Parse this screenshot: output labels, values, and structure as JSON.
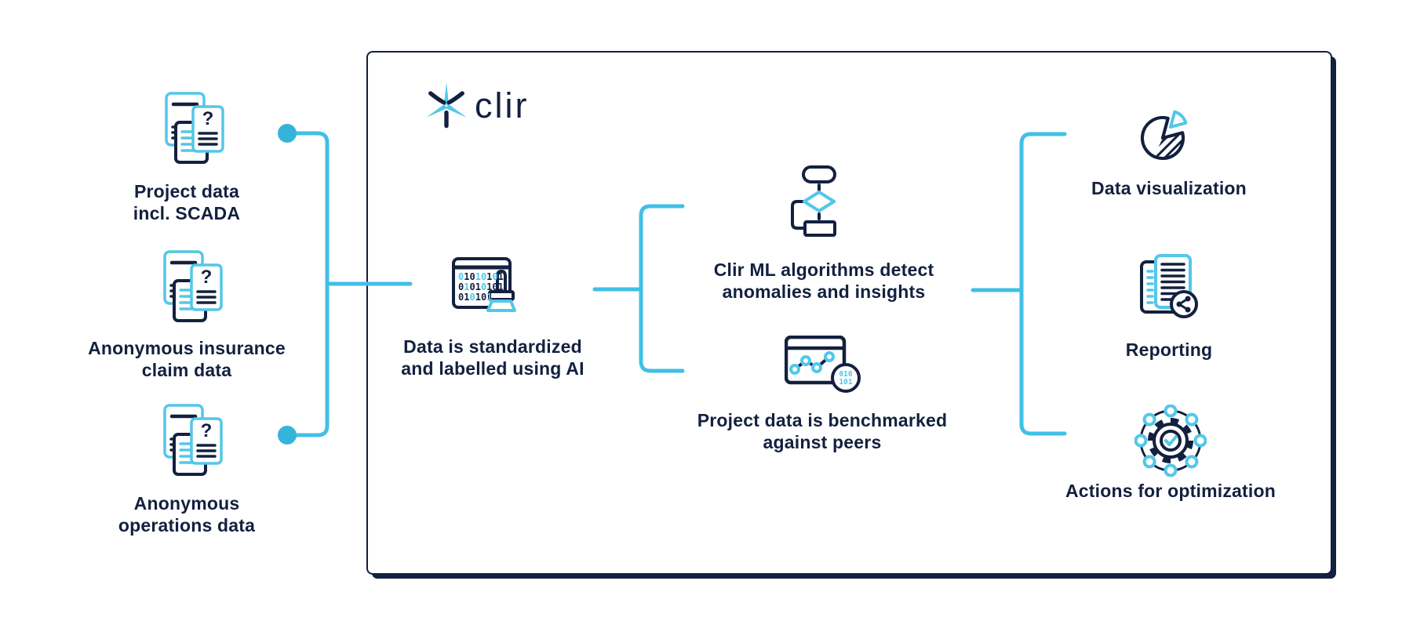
{
  "colors": {
    "navy": "#13203f",
    "line_cyan": "#41bfe6",
    "icon_cyan": "#53c7e9",
    "dot_cyan": "#35b4db",
    "background": "#ffffff"
  },
  "logo": {
    "text": "clir",
    "mark": "wind-turbine-star"
  },
  "icons": {
    "question_mark": "?",
    "input": "stacked-documents-icon",
    "standardize": "binary-window-brush-icon",
    "ml": "flowchart-icon",
    "benchmark": "browser-line-chart-icon",
    "visualization": "pie-chart-icon",
    "reporting": "report-share-icon",
    "actions": "gear-network-icon"
  },
  "inputs": [
    {
      "line1": "Project data",
      "line2": "incl. SCADA"
    },
    {
      "line1": "Anonymous insurance",
      "line2": "claim data"
    },
    {
      "line1": "Anonymous",
      "line2": "operations data"
    }
  ],
  "pipeline": {
    "standardize": {
      "line1": "Data is standardized",
      "line2": "and labelled using AI",
      "binary_rows": [
        [
          [
            "0",
            "c"
          ],
          [
            "1",
            "n"
          ],
          [
            "0",
            "n"
          ],
          [
            "1",
            "c"
          ],
          [
            "0",
            "c"
          ],
          [
            "1",
            "n"
          ],
          [
            "0",
            "c"
          ],
          [
            "1",
            "n"
          ]
        ],
        [
          [
            "0",
            "n"
          ],
          [
            "1",
            "c"
          ],
          [
            "0",
            "n"
          ],
          [
            "1",
            "n"
          ],
          [
            "0",
            "c"
          ],
          [
            "1",
            "n"
          ],
          [
            "0",
            "n"
          ],
          [
            "1",
            "n"
          ]
        ],
        [
          [
            "0",
            "n"
          ],
          [
            "1",
            "n"
          ],
          [
            "0",
            "c"
          ],
          [
            "1",
            "n"
          ],
          [
            "0",
            "n"
          ],
          [
            "1",
            "c"
          ]
        ]
      ]
    },
    "ml": {
      "line1": "Clir ML algorithms detect",
      "line2": "anomalies and insights"
    },
    "benchmark": {
      "line1": "Project data is benchmarked",
      "line2": "against peers",
      "badge_line1": "010",
      "badge_line2": "101"
    }
  },
  "outputs": [
    {
      "label": "Data visualization"
    },
    {
      "label": "Reporting"
    },
    {
      "label": "Actions for optimization"
    }
  ]
}
